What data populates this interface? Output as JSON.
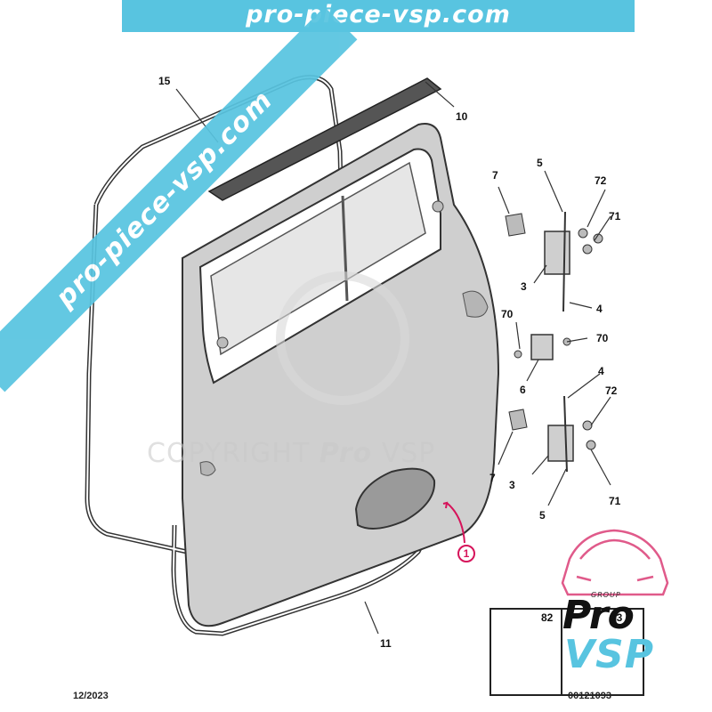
{
  "header": {
    "banner_text": "pro-piece-vsp.com"
  },
  "watermark": {
    "diagonal_text": "pro-piece-vsp.com",
    "copyright_text": "COPYRIGHT",
    "copyright_brand_pro": "Pro",
    "copyright_brand_vsp": "VSP"
  },
  "callouts": {
    "p1": "1",
    "p3a": "3",
    "p3b": "3",
    "p4a": "4",
    "p4b": "4",
    "p5a": "5",
    "p5b": "5",
    "p6": "6",
    "p7a": "7",
    "p7b": "7",
    "p10": "10",
    "p11": "11",
    "p15": "15",
    "p70a": "70",
    "p70b": "70",
    "p71a": "71",
    "p71b": "71",
    "p72a": "72",
    "p72b": "72"
  },
  "inset": {
    "label_left": "82",
    "label_right": "83"
  },
  "footer": {
    "date_code": "12/2023",
    "reference_code": "00121093"
  },
  "logo": {
    "group_text": "GROUP",
    "pro_text": "Pro",
    "vsp_text": "VSP"
  },
  "colors": {
    "accent": "#58c4e0",
    "callout_highlight": "#d6135a",
    "logo_car": "#e05a8a",
    "door_fill": "#cfcfcf"
  }
}
